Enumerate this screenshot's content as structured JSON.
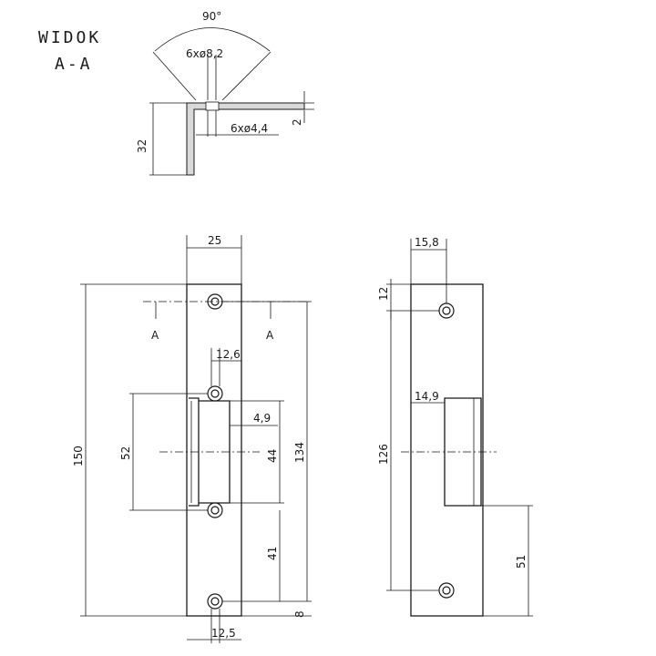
{
  "section_title": {
    "line1": "WIDOK",
    "line2": "A-A"
  },
  "section_view": {
    "angle": "90°",
    "countersink": "6xø8,2",
    "hole": "6xø4,4",
    "thickness": "2",
    "flange_height": "32"
  },
  "front_view": {
    "width": "25",
    "total_length": "150",
    "hole_span": "134",
    "opening_height": "52",
    "inner_height": "44",
    "hole_offset": "12,6",
    "opening_depth": "4,9",
    "lower_span": "41",
    "bottom_offset": "8",
    "bottom_hole_offset": "12,5",
    "cut_left": "A",
    "cut_right": "A"
  },
  "side_view": {
    "width": "15,8",
    "top_offset": "12",
    "length": "126",
    "opening_width": "14,9",
    "lower_height": "51"
  }
}
